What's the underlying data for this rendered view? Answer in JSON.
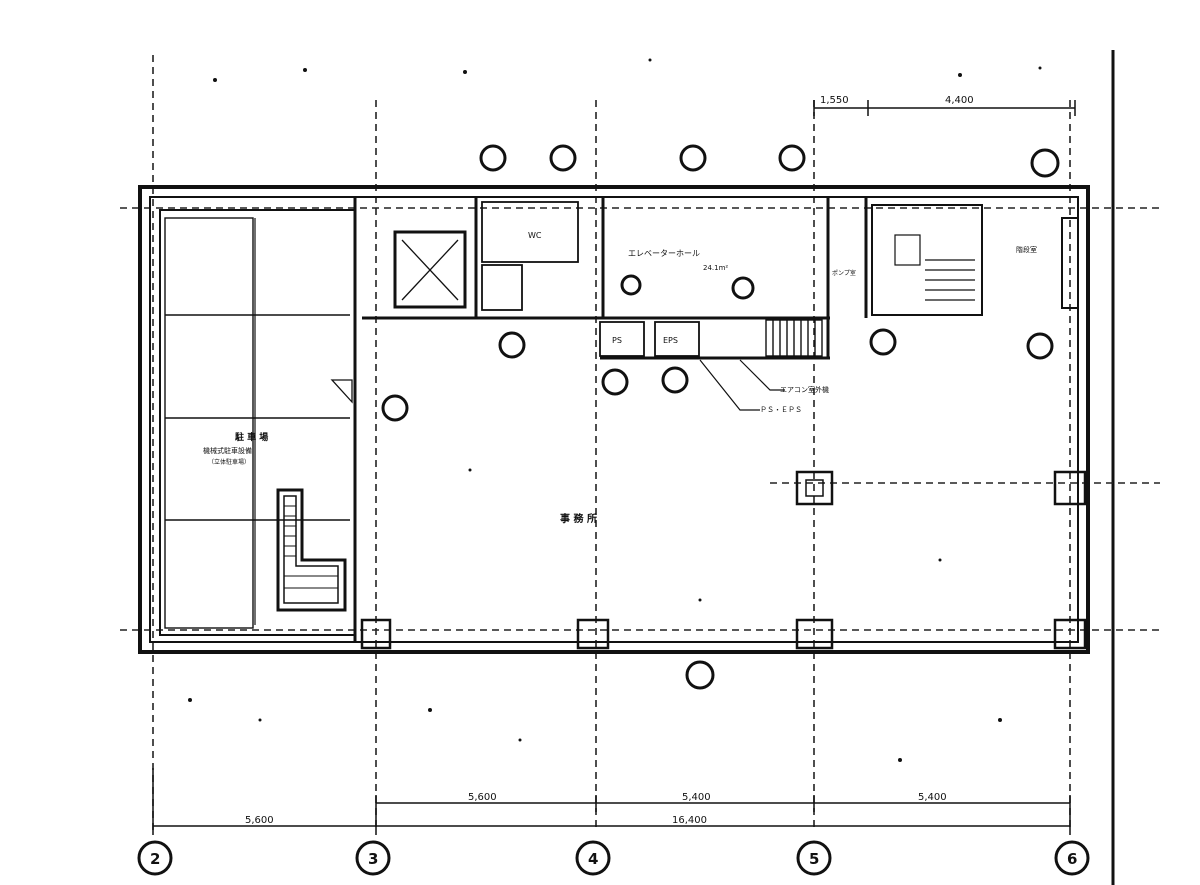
{
  "dimensions": {
    "top_right_a": "1,550",
    "top_right_b": "4,400",
    "bottom_seg_1": "5,600",
    "bottom_seg_2": "5,400",
    "bottom_seg_3": "5,400",
    "bottom_total": "16,400",
    "bottom_left": "5,600"
  },
  "axis_labels": {
    "col_2": "2",
    "col_3": "3",
    "col_4": "4",
    "col_5": "5",
    "col_6": "6"
  },
  "rooms": {
    "main_office": "事 務 所",
    "left_room": "駐 車 場",
    "left_room_sub": "機械式駐車設備",
    "left_room_sub2": "（立体駐車場）",
    "elevator_hall": "エレベーターホール",
    "elevator_hall_sub": "24.1m²",
    "wc": "WC",
    "ps": "PS",
    "eps": "EPS",
    "pump": "ポンプ室",
    "stair_right": "階段室",
    "annotation_1": "エアコン室外機",
    "annotation_2": "ＰＳ・ＥＰＳ"
  },
  "colors": {
    "ink": "#111111",
    "paper": "#ffffff"
  }
}
